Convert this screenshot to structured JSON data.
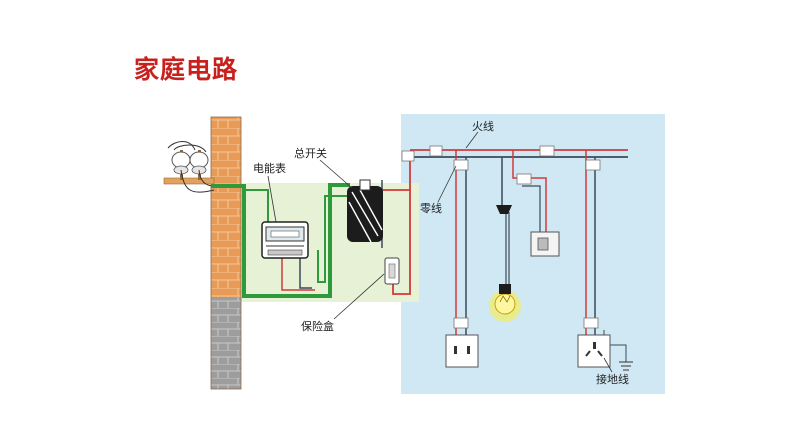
{
  "title": "家庭电路",
  "labels": {
    "live_wire": "火线",
    "neutral_wire": "零线",
    "meter": "电能表",
    "main_switch": "总开关",
    "fuse_box": "保险盒",
    "ground_wire": "接地线"
  },
  "colors": {
    "title": "#c8201c",
    "live": "#d23a3a",
    "neutral": "#3b4a5a",
    "ground": "#2e9a3c",
    "panel_bg": "#cfe8f3",
    "board_bg": "#e7f1d6",
    "brick": "#e89b57"
  },
  "icons": [
    "insulator-icon",
    "electric-meter-icon",
    "main-switch-icon",
    "fuse-box-icon",
    "lamp-icon",
    "wall-switch-icon",
    "socket-icon",
    "ground-symbol-icon"
  ]
}
